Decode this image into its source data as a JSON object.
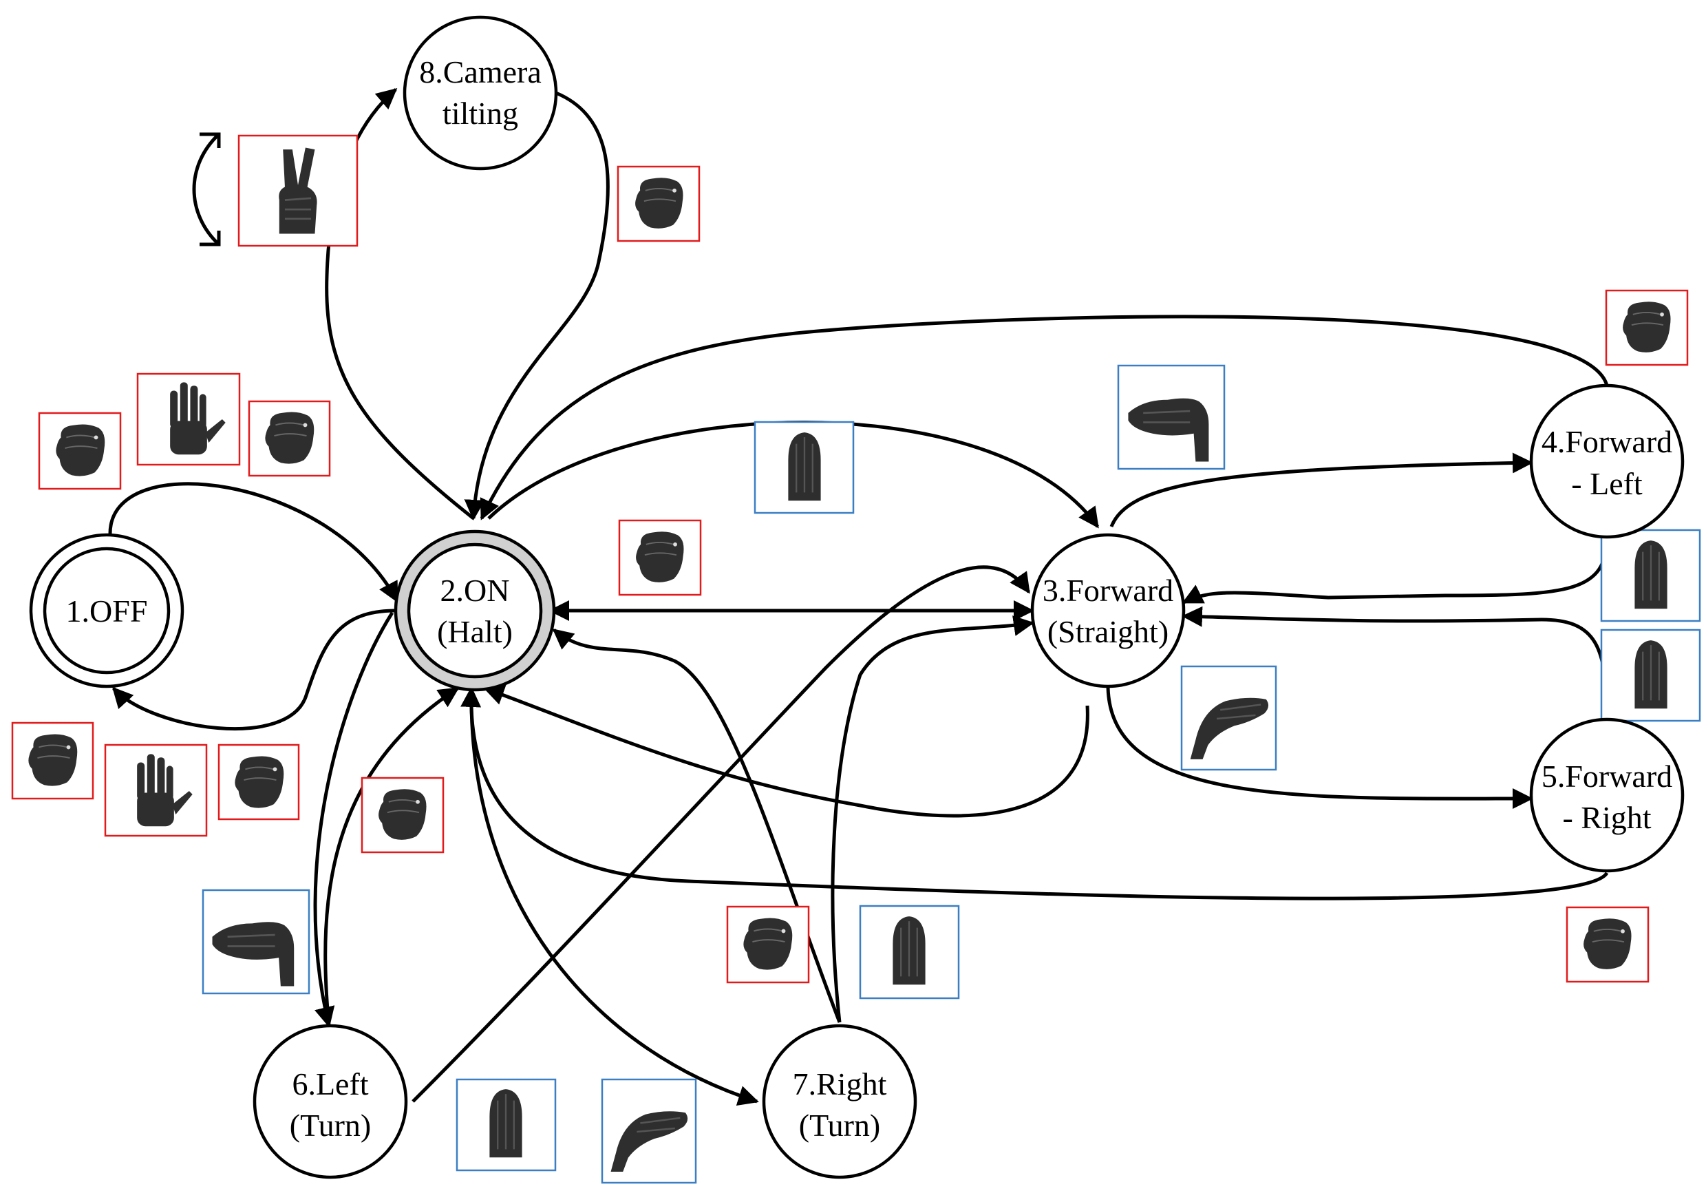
{
  "diagram": {
    "type": "state-transition",
    "colors": {
      "line": "#000000",
      "fist_box": "#e31a1c",
      "flat_box": "#3a7fc4",
      "hand": "#2e2e2e",
      "start_ring": "#d0d0d0"
    },
    "nodes": [
      {
        "id": "off",
        "line1": "1.OFF",
        "line2": ""
      },
      {
        "id": "on",
        "line1": "2.ON",
        "line2": "(Halt)"
      },
      {
        "id": "forward",
        "line1": "3.Forward",
        "line2": "(Straight)"
      },
      {
        "id": "forward-left",
        "line1": "4.Forward",
        "line2": "- Left"
      },
      {
        "id": "forward-right",
        "line1": "5.Forward",
        "line2": "- Right"
      },
      {
        "id": "left",
        "line1": "6.Left",
        "line2": "(Turn)"
      },
      {
        "id": "right",
        "line1": "7.Right",
        "line2": "(Turn)"
      },
      {
        "id": "camera",
        "line1": "8.Camera",
        "line2": "tilting"
      }
    ],
    "gesture_icons": {
      "fist": "fist-icon",
      "open_palm": "open-palm-icon",
      "flat_hand_up": "flat-hand-up-icon",
      "hand_pointing_left": "hand-pointing-left-icon",
      "hand_pointing_right": "hand-pointing-right-icon",
      "v_sign": "v-sign-icon",
      "tilt": "tilt-arrow-icon"
    }
  }
}
